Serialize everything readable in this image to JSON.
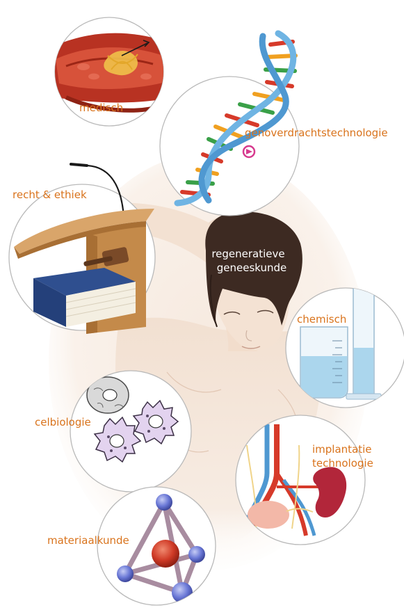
{
  "center_label": {
    "line1": "regeneratieve",
    "line2": "geneeskunde"
  },
  "topics": {
    "medical": "medisch",
    "gene_transfer": "genoverdrachtstechnologie",
    "law_ethics": "recht & ethiek",
    "chemical": "chemisch",
    "cell_biology": "celbiologie",
    "implant_line1": "implantatie",
    "implant_line2": "technologie",
    "materials": "materiaalkunde"
  },
  "colors": {
    "label": "#d9731c",
    "hair": "#3d2a22",
    "skin": "#f5e4d6",
    "circle_stroke": "#b9b9b9"
  }
}
